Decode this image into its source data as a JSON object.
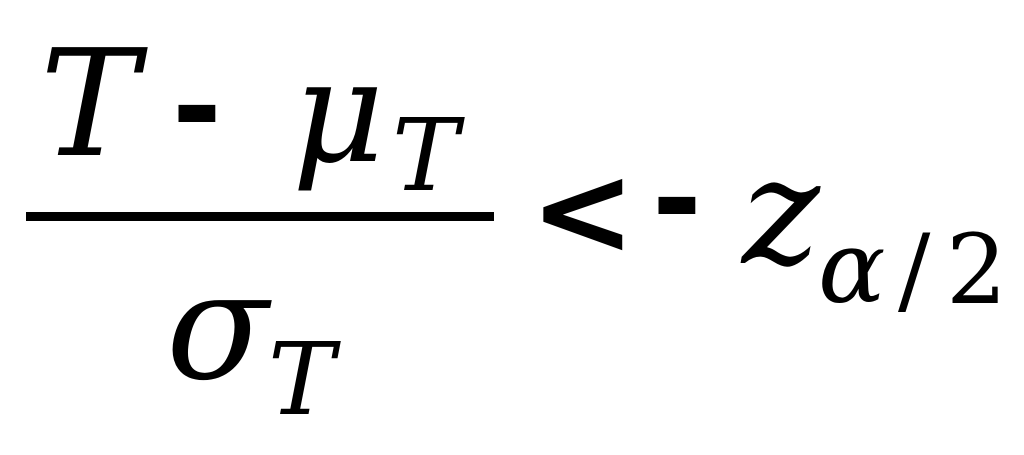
{
  "formula": {
    "numerator": {
      "variable": "T",
      "minus": "-",
      "mean_symbol": "μ",
      "mean_subscript": "T"
    },
    "denominator": {
      "sd_symbol": "σ",
      "sd_subscript": "T"
    },
    "relation": "<",
    "rhs": {
      "minus": "-",
      "critical_symbol": "z",
      "subscript_alpha": "α",
      "subscript_slash": "/",
      "subscript_two": "2"
    }
  }
}
